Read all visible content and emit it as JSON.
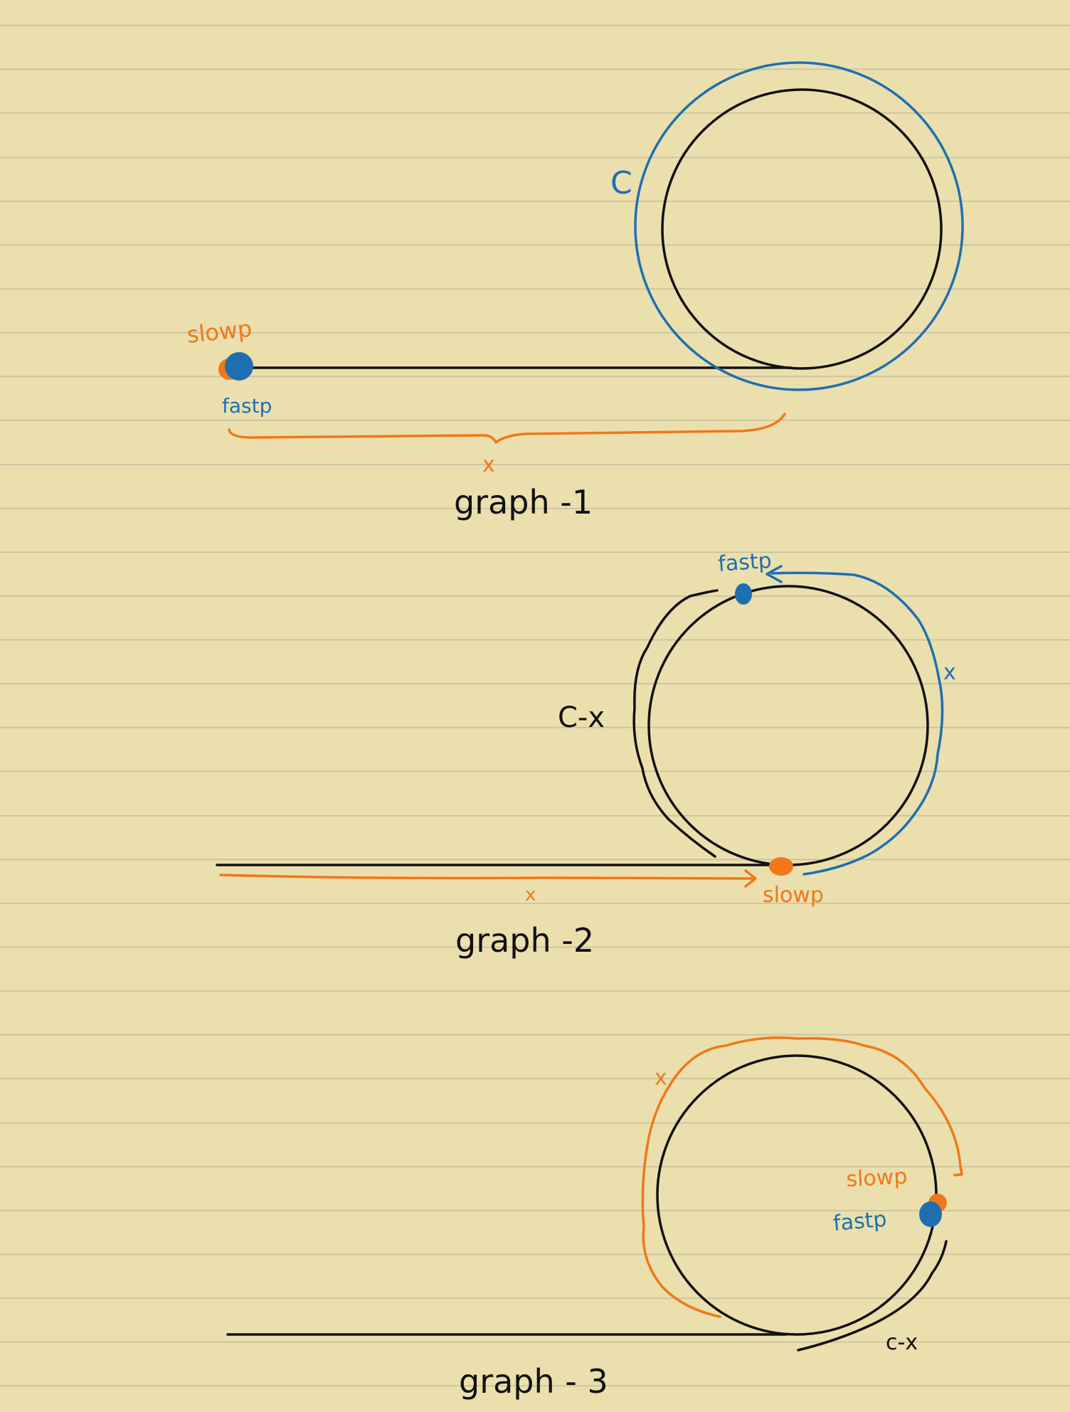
{
  "colors": {
    "paper": "#ebdfae",
    "line": "#c9c1a0",
    "black": "#111111",
    "blue": "#1f6fb0",
    "orange": "#f07818"
  },
  "graph1": {
    "caption": "graph -1",
    "cycle_label": "C",
    "slow_label": "slowp",
    "fast_label": "fastp",
    "brace_label": "x"
  },
  "graph2": {
    "caption": "graph -2",
    "arc_left_label": "C-x",
    "arc_right_label": "x",
    "fast_label": "fastp",
    "slow_label": "slowp",
    "tail_label": "x"
  },
  "graph3": {
    "caption": "graph - 3",
    "arc_label": "x",
    "slow_label": "slowp",
    "fast_label": "fastp",
    "bottom_label": "c-x"
  }
}
